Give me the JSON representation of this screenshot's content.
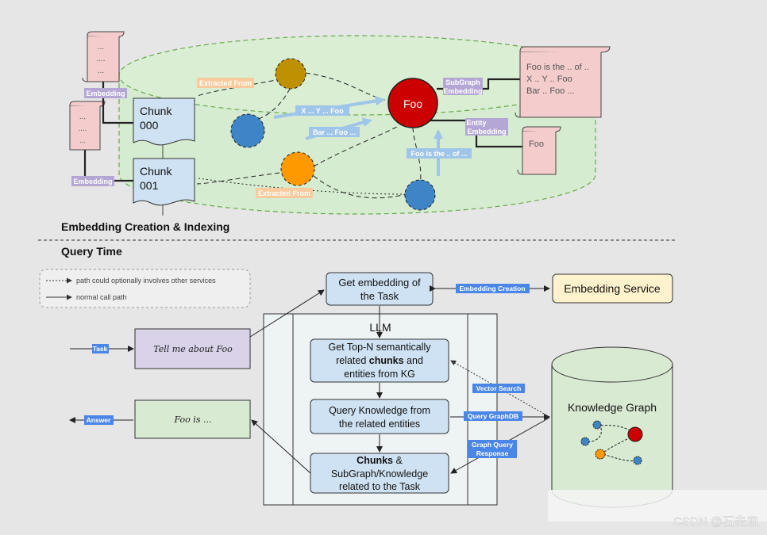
{
  "sections": {
    "indexing_title": "Embedding Creation & Indexing",
    "query_title": "Query Time"
  },
  "indexing": {
    "doc_top_lines": [
      "...",
      "....",
      "..."
    ],
    "doc_mid_lines": [
      "...",
      "....",
      "..."
    ],
    "chunk_000": [
      "Chunk",
      "000"
    ],
    "chunk_001": [
      "Chunk",
      "001"
    ],
    "embedding_label": "Embedding",
    "extracted_from": "Extracted From",
    "foo_node": "Foo",
    "rel_label_1": "X ... Y ... Foo",
    "rel_label_2": "Bar ... Foo ...",
    "rel_label_3": "Foo is the .. of ...",
    "subgraph_label": [
      "SubGraph",
      "Embedding"
    ],
    "entity_label": [
      "Entity",
      "Embedding"
    ],
    "subgraph_doc": [
      "Foo is the .. of ..",
      "X .. Y .. Foo",
      "Bar .. Foo ..."
    ],
    "entity_doc": "Foo"
  },
  "legend": {
    "dotted": "path could optionally involves other services",
    "solid": "normal call path"
  },
  "query": {
    "get_embedding": [
      "Get embedding of",
      "the Task"
    ],
    "embedding_creation": "Embedding Creation",
    "embedding_service": "Embedding Service",
    "llm": "LLM",
    "topn_line1": "Get Top-N semantically",
    "topn_line2_pre": "related ",
    "topn_line2_bold": "chunks",
    "topn_line2_post": " and",
    "topn_line3": "entities from KG",
    "query_kg": [
      "Query Knowledge from",
      "the related entities"
    ],
    "chunks_bold": "Chunks",
    "chunks_rest": " &",
    "chunks_line2": "SubGraph/Knowledge",
    "chunks_line3": "related to the Task",
    "task_label": "Task",
    "task_note": "Tell me about Foo",
    "answer_label": "Answer",
    "answer_note": "Foo is ...",
    "vector_search": "Vector Search",
    "query_graphdb": "Query GraphDB",
    "graph_query_response": [
      "Graph Query",
      "Response"
    ],
    "knowledge_graph": "Knowledge Graph"
  },
  "watermark": "CSDN @石去皿",
  "colors": {
    "green_db": "#d6ecd0",
    "blue_box": "#cfe2f3",
    "pink_doc": "#f4cccc",
    "purple_note": "#d9d2e9",
    "green_note": "#d9ead3",
    "yellow_service": "#fff2cc",
    "foo_red": "#cc0000",
    "node_blue": "#3d85c6",
    "node_orange": "#ff9900",
    "node_olive": "#bf9000",
    "tag_blue": "#4a86e8",
    "tag_purple": "#b4a7d6",
    "tag_orange": "#f9cb9c",
    "arrow_blue": "#9fc5e8"
  }
}
